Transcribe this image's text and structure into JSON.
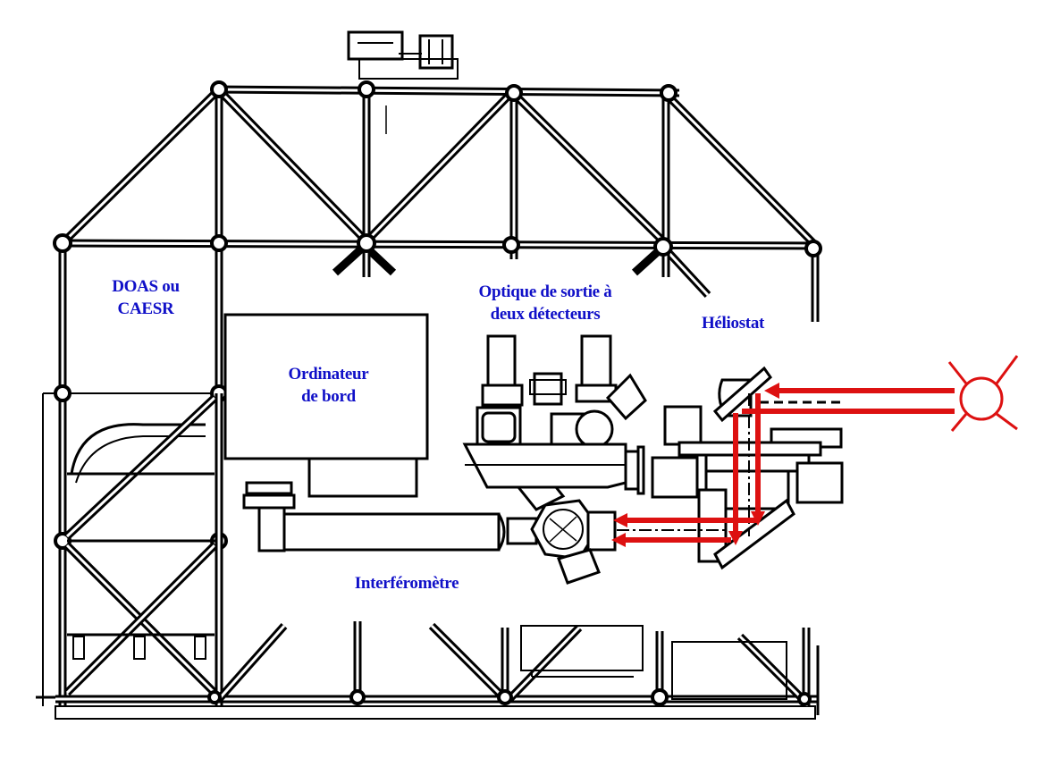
{
  "diagram": {
    "title": "",
    "label_color": "#1010c8",
    "beam_color": "#dd1111",
    "labels": {
      "doas": [
        "DOAS ou",
        "CAESR"
      ],
      "optique": [
        "Optique de sortie à",
        "deux détecteurs"
      ],
      "heliostat": [
        "Héliostat"
      ],
      "ordinateur": [
        "Ordinateur",
        "de bord"
      ],
      "interferometre": [
        "Interféromètre"
      ]
    },
    "components": [
      {
        "id": "truss-frame",
        "name": "Structure frame"
      },
      {
        "id": "doas-caesr",
        "name": "DOAS ou CAESR"
      },
      {
        "id": "ordinateur-de-bord",
        "name": "Ordinateur de bord"
      },
      {
        "id": "optique-de-sortie",
        "name": "Optique de sortie à deux détecteurs"
      },
      {
        "id": "interferometre",
        "name": "Interféromètre"
      },
      {
        "id": "heliostat",
        "name": "Héliostat"
      },
      {
        "id": "sun",
        "name": "Sun"
      }
    ],
    "light_path": [
      "sun",
      "heliostat",
      "interferometre"
    ]
  }
}
